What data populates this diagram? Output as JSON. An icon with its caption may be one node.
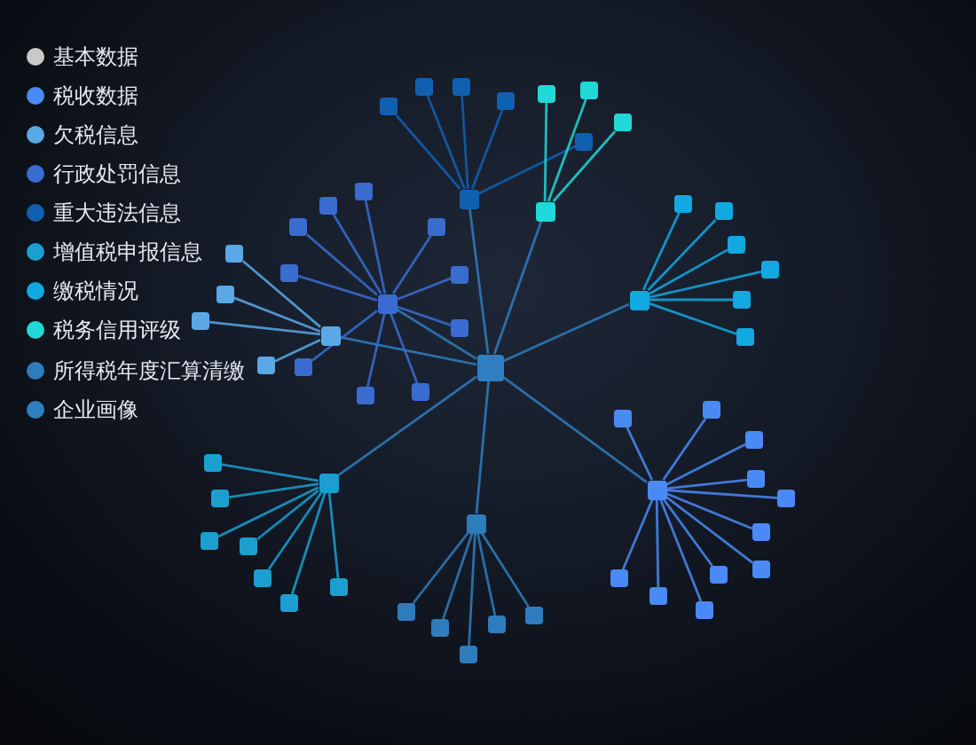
{
  "diagram": {
    "nodes": [
      {
        "text": [],
        "shape": "box"
      },
      {
        "text": [],
        "shape": "box"
      },
      {
        "text": [],
        "shape": "box"
      },
      {
        "text": [],
        "shape": "box"
      },
      {
        "text": [],
        "shape": "box"
      },
      {
        "text": [],
        "shape": "box"
      },
      {
        "text": [],
        "shape": "box"
      },
      {
        "text": [],
        "shape": "box"
      },
      {
        "text": [],
        "shape": "box"
      },
      {
        "text": [],
        "shape": "box"
      },
      {
        "text": [],
        "shape": "box"
      },
      {
        "text": [],
        "shape": "box"
      },
      {
        "text": [],
        "shape": "box"
      },
      {
        "text": [],
        "shape": "box"
      },
      {
        "text": [],
        "shape": "box"
      },
      {
        "text": [],
        "shape": "box"
      },
      {
        "text": [],
        "shape": "box"
      },
      {
        "text": [],
        "shape": "box"
      },
      {
        "text": [],
        "shape": "box"
      },
      {
        "text": [],
        "shape": "box"
      },
      {
        "text": [],
        "shape": "box"
      },
      {
        "text": [],
        "shape": "box"
      },
      {
        "text": [],
        "shape": "box"
      },
      {
        "text": [],
        "shape": "box"
      },
      {
        "text": [],
        "shape": "box"
      },
      {
        "text": [],
        "shape": "box"
      },
      {
        "text": [],
        "shape": "box"
      },
      {
        "text": [],
        "shape": "box"
      },
      {
        "text": [],
        "shape": "box"
      },
      {
        "text": [],
        "shape": "box"
      },
      {
        "text": [],
        "shape": "box"
      },
      {
        "text": [],
        "shape": "box"
      },
      {
        "text": [],
        "shape": "box"
      },
      {
        "text": [],
        "shape": "box"
      },
      {
        "text": [],
        "shape": "box"
      },
      {
        "text": [],
        "shape": "box"
      },
      {
        "text": [],
        "shape": "box"
      },
      {
        "text": [],
        "shape": "box"
      },
      {
        "text": [],
        "shape": "box"
      },
      {
        "text": [],
        "shape": "box"
      },
      {
        "text": [],
        "shape": "box"
      },
      {
        "text": [],
        "shape": "box"
      },
      {
        "text": [],
        "shape": "box"
      },
      {
        "text": [],
        "shape": "box"
      },
      {
        "text": [],
        "shape": "box"
      },
      {
        "text": [],
        "shape": "box"
      },
      {
        "text": [],
        "shape": "box"
      },
      {
        "text": [],
        "shape": "box"
      },
      {
        "text": [],
        "shape": "box"
      },
      {
        "text": [],
        "shape": "box"
      },
      {
        "text": [],
        "shape": "box"
      },
      {
        "text": [],
        "shape": "box"
      },
      {
        "text": [],
        "shape": "box"
      },
      {
        "text": [],
        "shape": "box"
      },
      {
        "text": [],
        "shape": "box"
      },
      {
        "text": [],
        "shape": "box"
      },
      {
        "text": [],
        "shape": "box"
      },
      {
        "text": [],
        "shape": "box"
      },
      {
        "text": [],
        "shape": "box"
      },
      {
        "text": [],
        "shape": "box"
      }
    ],
    "edges": [
      {
        "from": 0,
        "to": 1,
        "arrow": "none"
      },
      {
        "from": 0,
        "to": 12,
        "arrow": "none"
      },
      {
        "from": 0,
        "to": 17,
        "arrow": "none"
      },
      {
        "from": 0,
        "to": 23,
        "arrow": "none"
      },
      {
        "from": 0,
        "to": 27,
        "arrow": "none"
      },
      {
        "from": 0,
        "to": 34,
        "arrow": "none"
      },
      {
        "from": 0,
        "to": 46,
        "arrow": "none"
      },
      {
        "from": 0,
        "to": 52,
        "arrow": "none"
      },
      {
        "from": 1,
        "to": 2,
        "arrow": "none",
        "color": "#3a6cd0"
      },
      {
        "from": 1,
        "to": 3,
        "arrow": "none",
        "color": "#3a6cd0"
      },
      {
        "from": 1,
        "to": 4,
        "arrow": "none",
        "color": "#3a6cd0"
      },
      {
        "from": 1,
        "to": 5,
        "arrow": "none",
        "color": "#3a6cd0"
      },
      {
        "from": 1,
        "to": 6,
        "arrow": "none",
        "color": "#3a6cd0"
      },
      {
        "from": 1,
        "to": 7,
        "arrow": "none",
        "color": "#3a6cd0"
      },
      {
        "from": 1,
        "to": 8,
        "arrow": "none",
        "color": "#3a6cd0"
      },
      {
        "from": 1,
        "to": 9,
        "arrow": "none",
        "color": "#3a6cd0"
      },
      {
        "from": 1,
        "to": 10,
        "arrow": "none",
        "color": "#3a6cd0"
      },
      {
        "from": 1,
        "to": 11,
        "arrow": "none",
        "color": "#3a6cd0"
      },
      {
        "from": 12,
        "to": 13,
        "arrow": "none",
        "color": "#5aa8e6"
      },
      {
        "from": 12,
        "to": 14,
        "arrow": "none",
        "color": "#5aa8e6"
      },
      {
        "from": 12,
        "to": 15,
        "arrow": "none",
        "color": "#5aa8e6"
      },
      {
        "from": 12,
        "to": 16,
        "arrow": "none",
        "color": "#5aa8e6"
      },
      {
        "from": 17,
        "to": 18,
        "arrow": "none",
        "color": "#1060b0"
      },
      {
        "from": 17,
        "to": 19,
        "arrow": "none",
        "color": "#1060b0"
      },
      {
        "from": 17,
        "to": 20,
        "arrow": "none",
        "color": "#1060b0"
      },
      {
        "from": 17,
        "to": 21,
        "arrow": "none",
        "color": "#1060b0"
      },
      {
        "from": 17,
        "to": 22,
        "arrow": "none",
        "color": "#1060b0"
      },
      {
        "from": 23,
        "to": 24,
        "arrow": "none",
        "color": "#20d8d8"
      },
      {
        "from": 23,
        "to": 25,
        "arrow": "none",
        "color": "#20d8d8"
      },
      {
        "from": 23,
        "to": 26,
        "arrow": "none",
        "color": "#20d8d8"
      },
      {
        "from": 27,
        "to": 28,
        "arrow": "none",
        "color": "#12a8e0"
      },
      {
        "from": 27,
        "to": 29,
        "arrow": "none",
        "color": "#12a8e0"
      },
      {
        "from": 27,
        "to": 30,
        "arrow": "none",
        "color": "#12a8e0"
      },
      {
        "from": 27,
        "to": 31,
        "arrow": "none",
        "color": "#12a8e0"
      },
      {
        "from": 27,
        "to": 32,
        "arrow": "none",
        "color": "#12a8e0"
      },
      {
        "from": 27,
        "to": 33,
        "arrow": "none",
        "color": "#12a8e0"
      },
      {
        "from": 34,
        "to": 35,
        "arrow": "none",
        "color": "#4a8af4"
      },
      {
        "from": 34,
        "to": 36,
        "arrow": "none",
        "color": "#4a8af4"
      },
      {
        "from": 34,
        "to": 37,
        "arrow": "none",
        "color": "#4a8af4"
      },
      {
        "from": 34,
        "to": 38,
        "arrow": "none",
        "color": "#4a8af4"
      },
      {
        "from": 34,
        "to": 39,
        "arrow": "none",
        "color": "#4a8af4"
      },
      {
        "from": 34,
        "to": 40,
        "arrow": "none",
        "color": "#4a8af4"
      },
      {
        "from": 34,
        "to": 41,
        "arrow": "none",
        "color": "#4a8af4"
      },
      {
        "from": 34,
        "to": 42,
        "arrow": "none",
        "color": "#4a8af4"
      },
      {
        "from": 34,
        "to": 43,
        "arrow": "none",
        "color": "#4a8af4"
      },
      {
        "from": 34,
        "to": 44,
        "arrow": "none",
        "color": "#4a8af4"
      },
      {
        "from": 34,
        "to": 45,
        "arrow": "none",
        "color": "#4a8af4"
      },
      {
        "from": 46,
        "to": 47,
        "arrow": "none"
      },
      {
        "from": 46,
        "to": 48,
        "arrow": "none"
      },
      {
        "from": 46,
        "to": 49,
        "arrow": "none"
      },
      {
        "from": 46,
        "to": 50,
        "arrow": "none"
      },
      {
        "from": 46,
        "to": 51,
        "arrow": "none"
      },
      {
        "from": 52,
        "to": 53,
        "arrow": "none",
        "color": "#1a9fd0"
      },
      {
        "from": 52,
        "to": 54,
        "arrow": "none",
        "color": "#1a9fd0"
      },
      {
        "from": 52,
        "to": 55,
        "arrow": "none",
        "color": "#1a9fd0"
      },
      {
        "from": 52,
        "to": 56,
        "arrow": "none",
        "color": "#1a9fd0"
      },
      {
        "from": 52,
        "to": 57,
        "arrow": "none",
        "color": "#1a9fd0"
      },
      {
        "from": 52,
        "to": 58,
        "arrow": "none",
        "color": "#1a9fd0"
      },
      {
        "from": 52,
        "to": 59,
        "arrow": "none",
        "color": "#1a9fd0"
      }
    ],
    "legend": [
      {
        "text": "基本数据",
        "color": "#c8c8c8"
      },
      {
        "text": "税收数据",
        "color": "#4a8af4"
      },
      {
        "text": "欠税信息",
        "color": "#5aa8e6"
      },
      {
        "text": "行政处罚信息",
        "color": "#3a6cd0"
      },
      {
        "text": "重大违法信息",
        "color": "#1060b0"
      },
      {
        "text": "增值税申报信息",
        "color": "#1a9fd0"
      },
      {
        "text": "缴税情况",
        "color": "#12a8e0"
      },
      {
        "text": "税务信用评级",
        "color": "#20d8d8"
      },
      {
        "text": "所得税年度汇算清缴",
        "color": "#2f7cbc"
      },
      {
        "text": "企业画像",
        "color": "#2f7fc2"
      }
    ]
  }
}
